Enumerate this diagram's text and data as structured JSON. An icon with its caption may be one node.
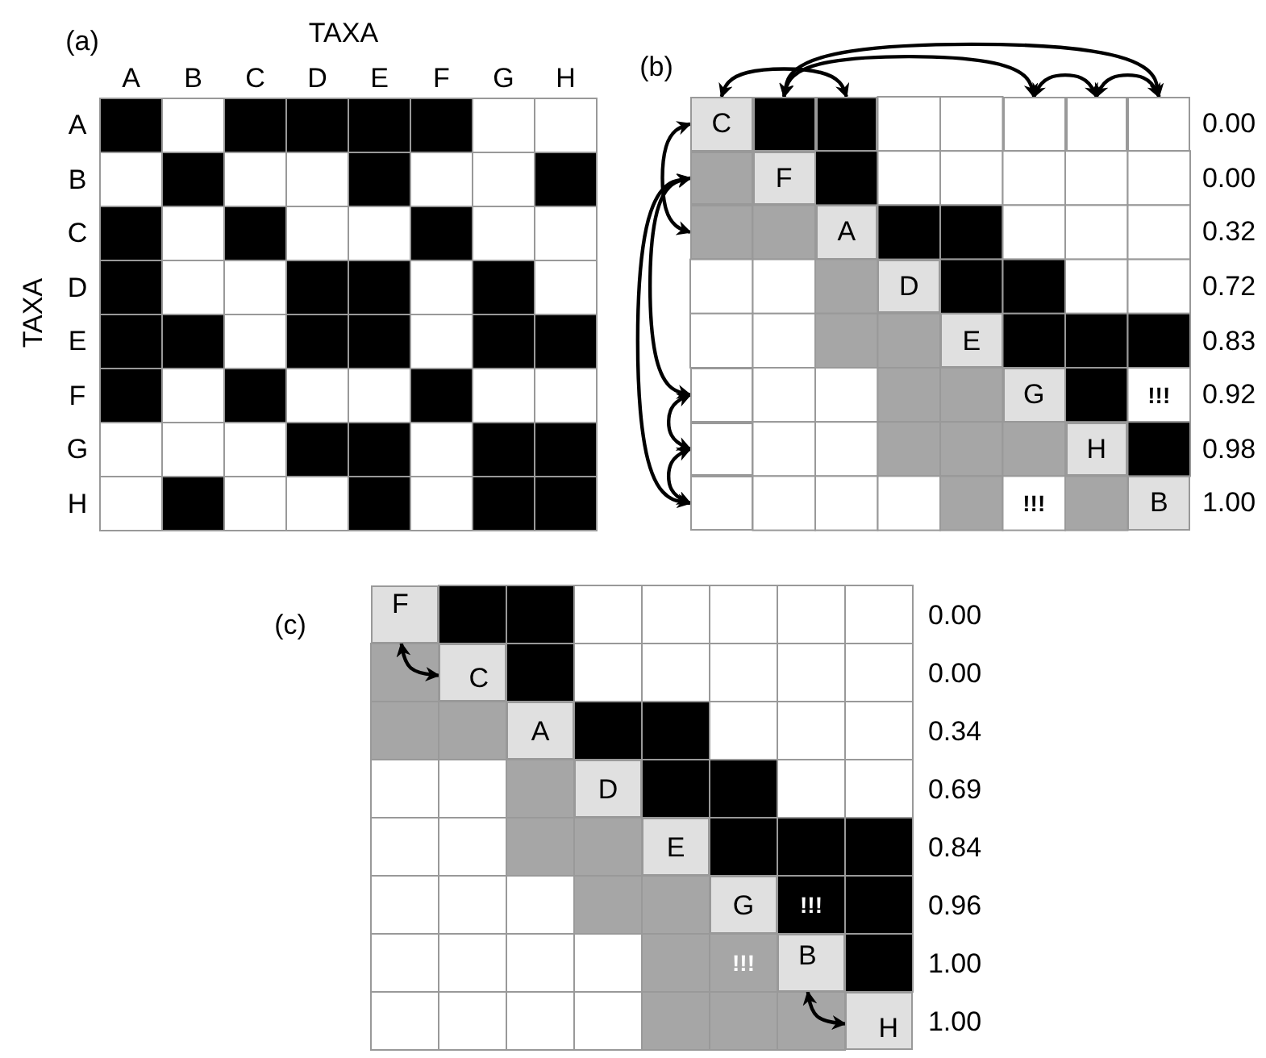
{
  "diagram": {
    "nodes": [
      {
        "text": [
          "C"
        ]
      },
      {
        "text": [
          "F"
        ]
      },
      {
        "text": [
          "A"
        ]
      },
      {
        "text": [
          "D"
        ]
      },
      {
        "text": [
          "E"
        ]
      },
      {
        "text": [
          "G"
        ]
      },
      {
        "text": [
          "H"
        ]
      },
      {
        "text": [
          "B"
        ]
      },
      {
        "text": [
          "F"
        ]
      },
      {
        "text": [
          "C"
        ]
      },
      {
        "text": [
          "A"
        ]
      },
      {
        "text": [
          "D"
        ]
      },
      {
        "text": [
          "E"
        ]
      },
      {
        "text": [
          "G"
        ]
      },
      {
        "text": [
          "B"
        ]
      },
      {
        "text": [
          "H"
        ]
      },
      {
        "text": [],
        "shape": "box"
      },
      {
        "text": [],
        "shape": "box"
      },
      {
        "text": [],
        "shape": "box"
      },
      {
        "text": [],
        "shape": "box"
      },
      {
        "text": [],
        "shape": "box"
      },
      {
        "text": [],
        "shape": "box"
      },
      {
        "text": [],
        "shape": "box"
      },
      {
        "text": [],
        "shape": "box"
      },
      {
        "text": [],
        "shape": "box"
      },
      {
        "text": [],
        "shape": "box"
      }
    ],
    "edges": [
      {
        "from": 0,
        "to": 17,
        "arrow": "both"
      },
      {
        "from": 16,
        "to": 18,
        "arrow": "both"
      },
      {
        "from": 16,
        "to": 20,
        "arrow": "both"
      },
      {
        "from": 18,
        "to": 19,
        "arrow": "both"
      },
      {
        "from": 19,
        "to": 20,
        "arrow": "both"
      },
      {
        "from": 0,
        "to": 22,
        "arrow": "both"
      },
      {
        "from": 21,
        "to": 23,
        "arrow": "both"
      },
      {
        "from": 21,
        "to": 25,
        "arrow": "both"
      },
      {
        "from": 23,
        "to": 24,
        "arrow": "both"
      },
      {
        "from": 24,
        "to": 25,
        "arrow": "both"
      },
      {
        "from": 8,
        "to": 9,
        "arrow": "both"
      },
      {
        "from": 14,
        "to": 15,
        "arrow": "both"
      }
    ],
    "labels": [
      "(a)",
      "TAXA",
      "A",
      "B",
      "C",
      "D",
      "E",
      "F",
      "G",
      "H",
      "TAXA",
      "A",
      "B",
      "C",
      "D",
      "E",
      "F",
      "G",
      "H",
      "(b)",
      "0.00",
      "0.00",
      "0.32",
      "0.72",
      "0.83",
      "!!!",
      "0.92",
      "0.98",
      "!!!",
      "1.00",
      "(c)",
      "0.00",
      "0.00",
      "0.34",
      "0.69",
      "0.84",
      "!!!",
      "0.96",
      "!!!",
      "1.00",
      "1.00"
    ]
  }
}
